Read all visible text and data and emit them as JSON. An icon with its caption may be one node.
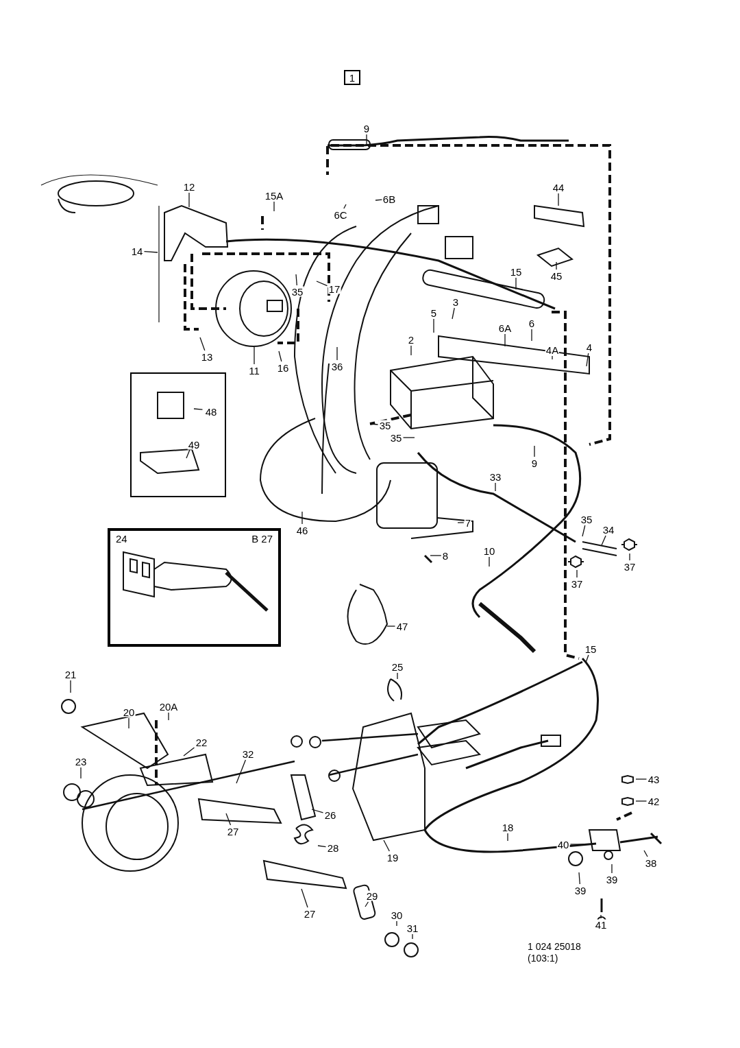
{
  "diagram": {
    "nodes": [
      {
        "text": [
          "1"
        ]
      },
      {
        "text": [],
        "shape": "box"
      },
      {
        "text": [
          "24",
          "B 27"
        ]
      },
      {
        "text": [
          "9"
        ]
      },
      {
        "text": [
          "12"
        ]
      },
      {
        "text": [
          "15A"
        ]
      },
      {
        "text": [
          "6C"
        ]
      },
      {
        "text": [
          "6B"
        ]
      },
      {
        "text": [
          "44"
        ]
      },
      {
        "text": [
          "14"
        ]
      },
      {
        "text": [
          "45"
        ]
      },
      {
        "text": [
          "15"
        ]
      },
      {
        "text": [
          "35"
        ]
      },
      {
        "text": [
          "17"
        ]
      },
      {
        "text": [
          "3"
        ]
      },
      {
        "text": [
          "5"
        ]
      },
      {
        "text": [
          "6A"
        ]
      },
      {
        "text": [
          "6"
        ]
      },
      {
        "text": [
          "4A"
        ]
      },
      {
        "text": [
          "4"
        ]
      },
      {
        "text": [
          "13"
        ]
      },
      {
        "text": [
          "11"
        ]
      },
      {
        "text": [
          "16"
        ]
      },
      {
        "text": [
          "36"
        ]
      },
      {
        "text": [
          "2"
        ]
      },
      {
        "text": [
          "48"
        ],
        "in": 1
      },
      {
        "text": [
          "49"
        ],
        "in": 1
      },
      {
        "text": [
          "35"
        ]
      },
      {
        "text": [
          "35"
        ]
      },
      {
        "text": [
          "9"
        ]
      },
      {
        "text": [
          "33"
        ]
      },
      {
        "text": [
          "7"
        ]
      },
      {
        "text": [
          "46"
        ]
      },
      {
        "text": [
          "35"
        ]
      },
      {
        "text": [
          "34"
        ]
      },
      {
        "text": [
          "10"
        ]
      },
      {
        "text": [
          "8"
        ]
      },
      {
        "text": [
          "37"
        ]
      },
      {
        "text": [
          "37"
        ]
      },
      {
        "text": [
          "47"
        ]
      },
      {
        "text": [
          "15"
        ]
      },
      {
        "text": [
          "25"
        ]
      },
      {
        "text": [
          "21"
        ]
      },
      {
        "text": [
          "20"
        ]
      },
      {
        "text": [
          "20A"
        ]
      },
      {
        "text": [
          "22"
        ]
      },
      {
        "text": [
          "32"
        ]
      },
      {
        "text": [
          "23"
        ]
      },
      {
        "text": [
          "26"
        ]
      },
      {
        "text": [
          "43"
        ]
      },
      {
        "text": [
          "42"
        ]
      },
      {
        "text": [
          "40"
        ]
      },
      {
        "text": [
          "27"
        ]
      },
      {
        "text": [
          "28"
        ]
      },
      {
        "text": [
          "18"
        ]
      },
      {
        "text": [
          "19"
        ]
      },
      {
        "text": [
          "38"
        ]
      },
      {
        "text": [
          "39"
        ]
      },
      {
        "text": [
          "39"
        ]
      },
      {
        "text": [
          "29"
        ]
      },
      {
        "text": [
          "30"
        ]
      },
      {
        "text": [
          "31"
        ]
      },
      {
        "text": [
          "27"
        ]
      },
      {
        "text": [
          "41"
        ]
      }
    ],
    "edges": [
      {
        "from": 3,
        "to": null,
        "arrow": "none"
      },
      {
        "from": 4,
        "to": null,
        "arrow": "none"
      },
      {
        "from": 5,
        "to": null,
        "arrow": "none"
      },
      {
        "from": 6,
        "to": null,
        "arrow": "none"
      },
      {
        "from": 7,
        "to": null,
        "arrow": "none"
      },
      {
        "from": 8,
        "to": null,
        "arrow": "none"
      },
      {
        "from": 9,
        "to": null,
        "arrow": "none"
      },
      {
        "from": 10,
        "to": null,
        "arrow": "none"
      },
      {
        "from": 11,
        "to": null,
        "arrow": "none"
      },
      {
        "from": 12,
        "to": null,
        "arrow": "none"
      },
      {
        "from": 13,
        "to": null,
        "arrow": "none"
      },
      {
        "from": 14,
        "to": null,
        "arrow": "none"
      },
      {
        "from": 15,
        "to": null,
        "arrow": "none"
      },
      {
        "from": 16,
        "to": null,
        "arrow": "none"
      },
      {
        "from": 17,
        "to": null,
        "arrow": "none"
      },
      {
        "from": 18,
        "to": null,
        "arrow": "none"
      },
      {
        "from": 19,
        "to": null,
        "arrow": "none"
      },
      {
        "from": 20,
        "to": null,
        "arrow": "none"
      },
      {
        "from": 21,
        "to": null,
        "arrow": "none"
      },
      {
        "from": 22,
        "to": null,
        "arrow": "none"
      },
      {
        "from": 23,
        "to": null,
        "arrow": "none"
      },
      {
        "from": 24,
        "to": null,
        "arrow": "none"
      },
      {
        "from": 25,
        "to": null,
        "arrow": "none"
      },
      {
        "from": 26,
        "to": null,
        "arrow": "none"
      },
      {
        "from": 27,
        "to": null,
        "arrow": "none"
      },
      {
        "from": 28,
        "to": null,
        "arrow": "none"
      },
      {
        "from": 29,
        "to": null,
        "arrow": "none"
      },
      {
        "from": 30,
        "to": null,
        "arrow": "none"
      },
      {
        "from": 31,
        "to": null,
        "arrow": "none"
      },
      {
        "from": 32,
        "to": null,
        "arrow": "none"
      },
      {
        "from": 33,
        "to": null,
        "arrow": "none"
      },
      {
        "from": 34,
        "to": null,
        "arrow": "none"
      },
      {
        "from": 35,
        "to": null,
        "arrow": "none"
      },
      {
        "from": 36,
        "to": null,
        "arrow": "none"
      },
      {
        "from": 37,
        "to": null,
        "arrow": "none"
      },
      {
        "from": 38,
        "to": null,
        "arrow": "none"
      },
      {
        "from": 39,
        "to": null,
        "arrow": "none"
      },
      {
        "from": 40,
        "to": null,
        "arrow": "none"
      },
      {
        "from": 41,
        "to": null,
        "arrow": "none"
      },
      {
        "from": 42,
        "to": null,
        "arrow": "none"
      },
      {
        "from": 43,
        "to": null,
        "arrow": "none"
      },
      {
        "from": 44,
        "to": null,
        "arrow": "none"
      },
      {
        "from": 45,
        "to": null,
        "arrow": "none"
      },
      {
        "from": 46,
        "to": null,
        "arrow": "none"
      },
      {
        "from": 47,
        "to": null,
        "arrow": "none"
      },
      {
        "from": 48,
        "to": null,
        "arrow": "none"
      },
      {
        "from": 49,
        "to": null,
        "arrow": "none"
      },
      {
        "from": 50,
        "to": null,
        "arrow": "none"
      },
      {
        "from": 51,
        "to": null,
        "arrow": "none"
      },
      {
        "from": 52,
        "to": null,
        "arrow": "none"
      },
      {
        "from": 53,
        "to": null,
        "arrow": "none"
      },
      {
        "from": 54,
        "to": null,
        "arrow": "none"
      },
      {
        "from": 55,
        "to": null,
        "arrow": "none"
      },
      {
        "from": 56,
        "to": null,
        "arrow": "none"
      },
      {
        "from": 57,
        "to": null,
        "arrow": "none"
      },
      {
        "from": 58,
        "to": null,
        "arrow": "none"
      },
      {
        "from": 59,
        "to": null,
        "arrow": "none"
      },
      {
        "from": 60,
        "to": null,
        "arrow": "none"
      },
      {
        "from": 61,
        "to": null,
        "arrow": "none"
      },
      {
        "from": 62,
        "to": null,
        "arrow": "none"
      },
      {
        "from": 63,
        "to": null,
        "arrow": "none"
      }
    ],
    "labels": [
      "1 024 25018",
      "(103:1)"
    ]
  }
}
